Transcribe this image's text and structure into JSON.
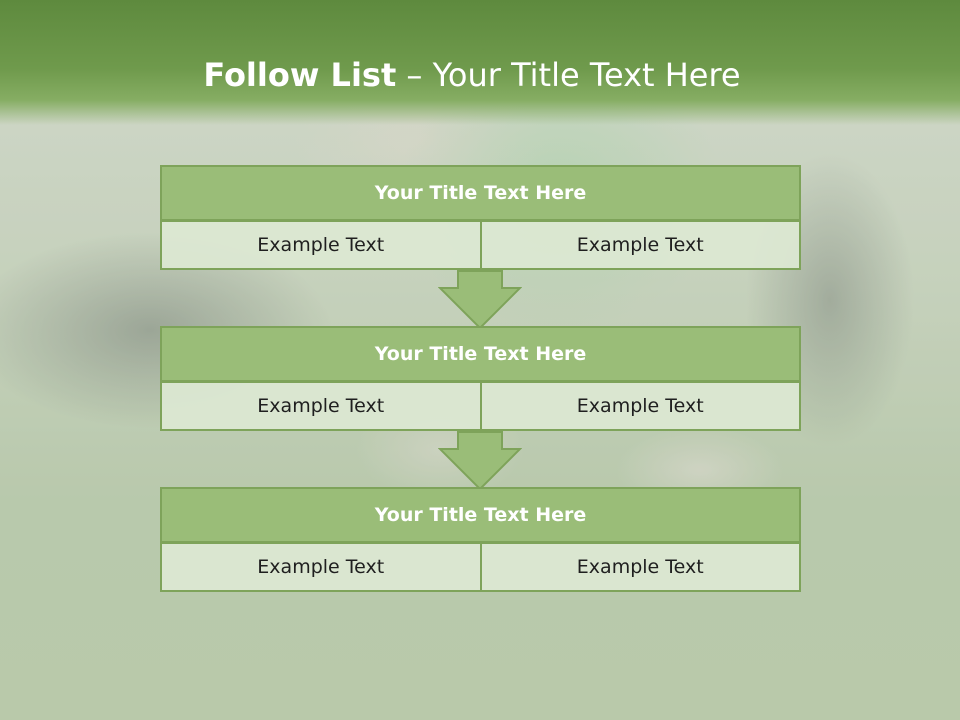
{
  "header": {
    "title_bold": "Follow List",
    "title_rest": " – Your Title Text Here"
  },
  "blocks": [
    {
      "title": "Your Title Text Here",
      "cells": [
        "Example Text",
        "Example Text"
      ]
    },
    {
      "title": "Your Title Text Here",
      "cells": [
        "Example Text",
        "Example Text"
      ]
    },
    {
      "title": "Your Title Text Here",
      "cells": [
        "Example Text",
        "Example Text"
      ]
    }
  ],
  "colors": {
    "header": "#6f9a4c",
    "block_title_fill": "#9abd78",
    "border": "#7ea35a",
    "cell_fill": "#dce8d2"
  }
}
